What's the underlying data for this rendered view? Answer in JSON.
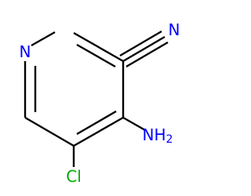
{
  "molecule": {
    "atoms": {
      "ring_n": {
        "symbol": "N",
        "color": "#0000FF"
      },
      "nitrile_n": {
        "symbol": "N",
        "color": "#0000FF"
      },
      "amine_n": {
        "symbol": "NH",
        "subscript": "2",
        "color": "#0000FF"
      },
      "chlorine": {
        "symbol": "Cl",
        "color": "#00AA00"
      }
    }
  }
}
